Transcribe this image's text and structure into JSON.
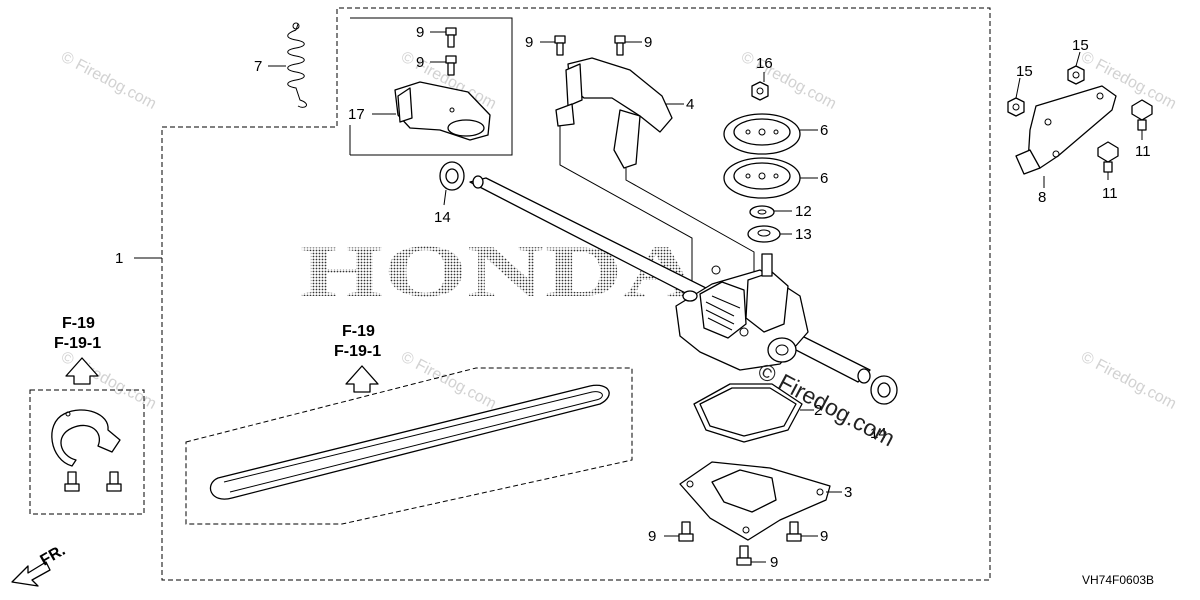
{
  "diagram": {
    "brand_watermark": "HONDA",
    "site_watermark": "© Firedog.com",
    "site_watermark_small": "© Firedog.com",
    "diagram_code": "VH74F0603B",
    "front_marker": "FR.",
    "reference_top": "F-19",
    "reference_bottom": "F-19-1",
    "callouts": {
      "main_assembly": "1",
      "gasket": "2",
      "bottom_plate": "3",
      "belt_guide": "4",
      "pulley_upper": "6",
      "pulley_lower": "6",
      "spring": "7",
      "bracket": "8",
      "bolt_a": "9",
      "bolt_b": "9",
      "bolt_c": "9",
      "bolt_d": "9",
      "bolt_e": "9",
      "bolt_f": "9",
      "bolt_g": "9",
      "bolt_h": "11",
      "bolt_i": "11",
      "washer": "12",
      "bearing": "13",
      "seal_left": "14",
      "seal_right": "14",
      "nut_left": "15",
      "nut_right": "15",
      "nut_top": "16",
      "cover": "17"
    }
  }
}
